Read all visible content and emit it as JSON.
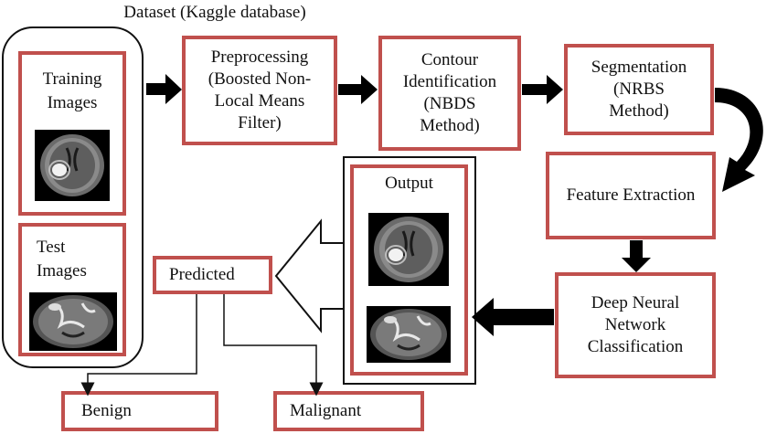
{
  "dataset_label": "Dataset (Kaggle database)",
  "training": {
    "label_line1": "Training",
    "label_line2": "Images"
  },
  "test": {
    "label_line1": "Test",
    "label_line2": "Images"
  },
  "preprocessing": {
    "line1": "Preprocessing",
    "line2": "(Boosted Non-",
    "line3": "Local Means",
    "line4": "Filter)"
  },
  "contour": {
    "line1": "Contour",
    "line2": "Identification",
    "line3": "(NBDS",
    "line4": "Method)"
  },
  "segmentation": {
    "line1": "Segmentation",
    "line2": "(NRBS",
    "line3": "Method)"
  },
  "feature": {
    "label": "Feature Extraction"
  },
  "dnn": {
    "line1": "Deep Neural",
    "line2": "Network",
    "line3": "Classification"
  },
  "output": {
    "label": "Output"
  },
  "predicted": {
    "label": "Predicted"
  },
  "benign": {
    "label": "Benign"
  },
  "malignant": {
    "label": "Malignant"
  },
  "colors": {
    "box_border": "#c0504d",
    "arrow": "#000000",
    "line": "#111111"
  }
}
